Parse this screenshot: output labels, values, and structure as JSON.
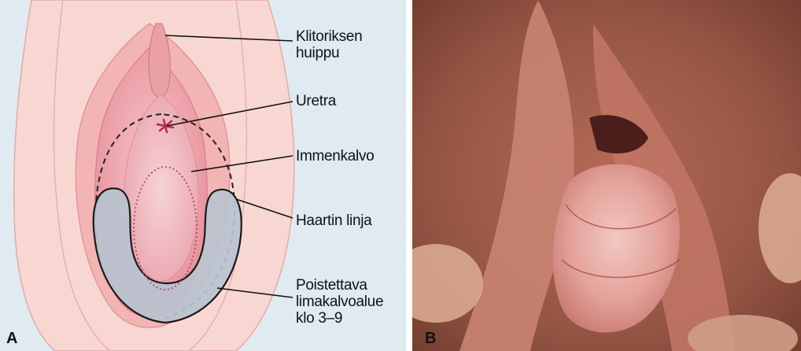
{
  "panel_a": {
    "letter": "A",
    "labels": {
      "clitoris_tip": "Klitoriksen huippu",
      "urethra": "Uretra",
      "hymen": "Immenkalvo",
      "hart_line": "Haartin linja",
      "removed_area": "Poistettava limakalvoalue klo 3–9"
    },
    "colors": {
      "background": "#dfeaf1",
      "skin": "#f6c9c6",
      "mucosa": "#eda4ab",
      "removed_area": "#b8c3cf",
      "hymen_dotted": "#b6506e",
      "urethra": "#b12a4e"
    }
  },
  "panel_b": {
    "letter": "B"
  }
}
